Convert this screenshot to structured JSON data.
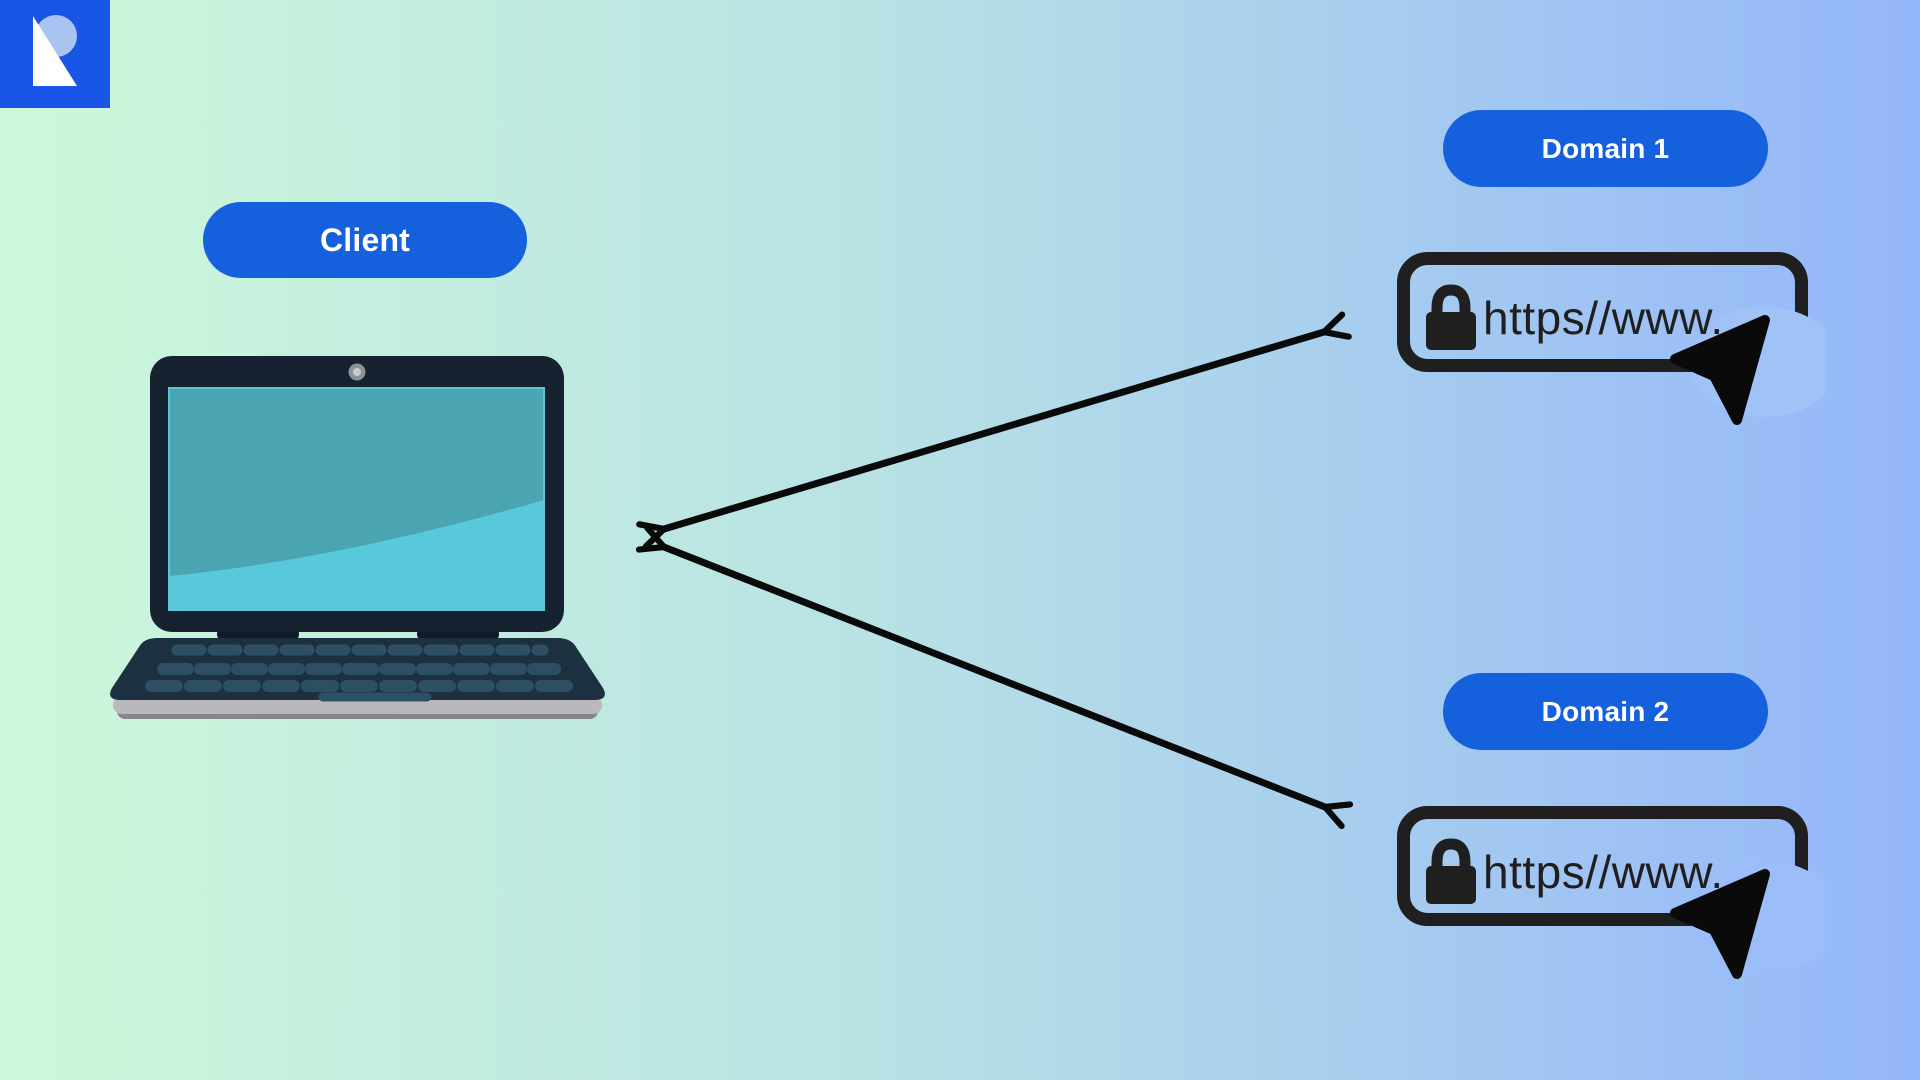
{
  "diagram": {
    "description_labels": {
      "client": "Client",
      "domain1": "Domain 1",
      "domain2": "Domain 2"
    }
  },
  "nodes": {
    "client": {
      "label": "Client"
    },
    "domain1": {
      "label": "Domain 1",
      "url_text": "https//www."
    },
    "domain2": {
      "label": "Domain 2",
      "url_text": "https//www."
    }
  },
  "icons": {
    "logo": "brand-logo-r",
    "lock": "padlock-icon",
    "cursor": "mouse-cursor-icon",
    "client_device": "laptop-illustration"
  },
  "arrows": {
    "count": 2,
    "heads": "both-ends"
  },
  "colors": {
    "bg-left": "#cdf8da",
    "bg-mid": "#b8e2e4",
    "bg-right": "#94b6fa",
    "pill": "#1560dd",
    "pill-text": "#ffffff",
    "logo-square": "#1956e8",
    "logo-crescent": "#a9c4f0",
    "logo-triangle": "#ffffff",
    "arrow": "#0a0a0a",
    "url-ink": "#1f1f1f",
    "halo-1": "#a1c2f6",
    "halo-2": "#9cbef8",
    "laptop-bezel": "#16222f",
    "laptop-screen": "#4aa4b2",
    "screen-edge": "#5ec5d6",
    "laptop-screen-light": "#58c9da",
    "laptop-base": "#1c3040",
    "laptop-keys": "#2d4f63",
    "laptop-feet": "#0f1b28",
    "laptop-bottom": "#bab8bc",
    "laptop-shadow": "#87858b",
    "webcam-outer": "#8e9196",
    "webcam-inner": "#c7c9cc"
  }
}
